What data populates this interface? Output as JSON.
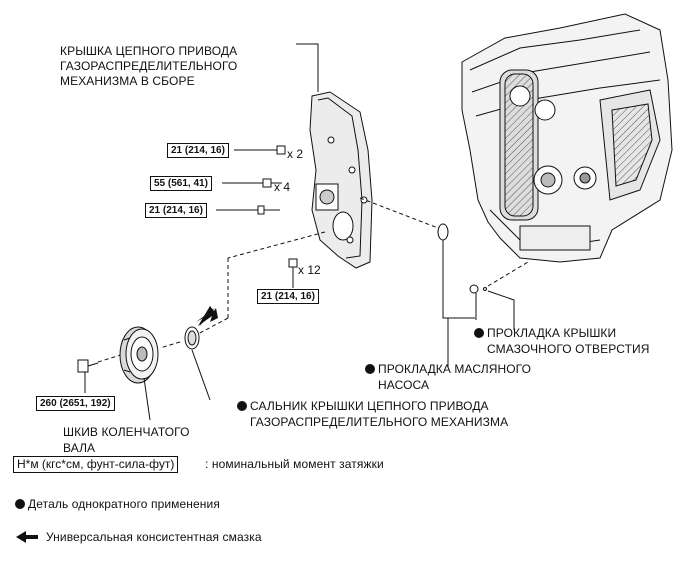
{
  "labels": {
    "cover_line1": "КРЫШКА ЦЕПНОГО ПРИВОДА",
    "cover_line2": "ГАЗОРАСПРЕДЕЛИТЕЛЬНОГО",
    "cover_line3": "МЕХАНИЗМА В СБОРЕ",
    "cap_gasket_line1": "ПРОКЛАДКА КРЫШКИ",
    "cap_gasket_line2": "СМАЗОЧНОГО ОТВЕРСТИЯ",
    "pump_gasket_line1": "ПРОКЛАДКА МАСЛЯНОГО",
    "pump_gasket_line2": "НАСОСА",
    "seal_line1": "САЛЬНИК КРЫШКИ ЦЕПНОГО ПРИВОДА",
    "seal_line2": "ГАЗОРАСПРЕДЕЛИТЕЛЬНОГО МЕХАНИЗМА",
    "pulley_line1": "ШКИВ КОЛЕНЧАТОГО",
    "pulley_line2": "ВАЛА"
  },
  "torques": {
    "t1": "21 (214, 16)",
    "t2": "55 (561, 41)",
    "t3": "21 (214, 16)",
    "t4": "21 (214, 16)",
    "t5": "260 (2651, 192)"
  },
  "multipliers": {
    "m1": "x 2",
    "m2": "x 4",
    "m3": "x 12"
  },
  "legend": {
    "units": "Н*м (кгс*см, фунт-сила-фут)",
    "units_desc": ": номинальный момент затяжки",
    "one_time": "Деталь однократного применения",
    "grease": "Универсальная консистентная смазка"
  },
  "colors": {
    "ink": "#111111",
    "paper": "#ffffff",
    "shade": "#bdbdbd"
  }
}
